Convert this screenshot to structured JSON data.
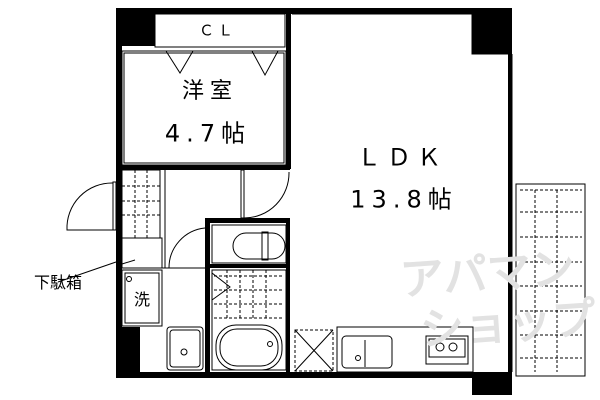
{
  "rooms": {
    "closet": {
      "label": "ＣＬ"
    },
    "western_room": {
      "name": "洋室",
      "size": "4.7帖"
    },
    "ldk": {
      "name": "ＬＤＫ",
      "size": "13.8帖"
    },
    "washer": {
      "label": "洗"
    },
    "shoe_box": {
      "label": "下駄箱"
    }
  },
  "watermark": {
    "line1": "アパマン",
    "line2": "ショップ"
  },
  "colors": {
    "wall": "#000000",
    "line": "#000000",
    "watermark": "#e2e2e2"
  }
}
